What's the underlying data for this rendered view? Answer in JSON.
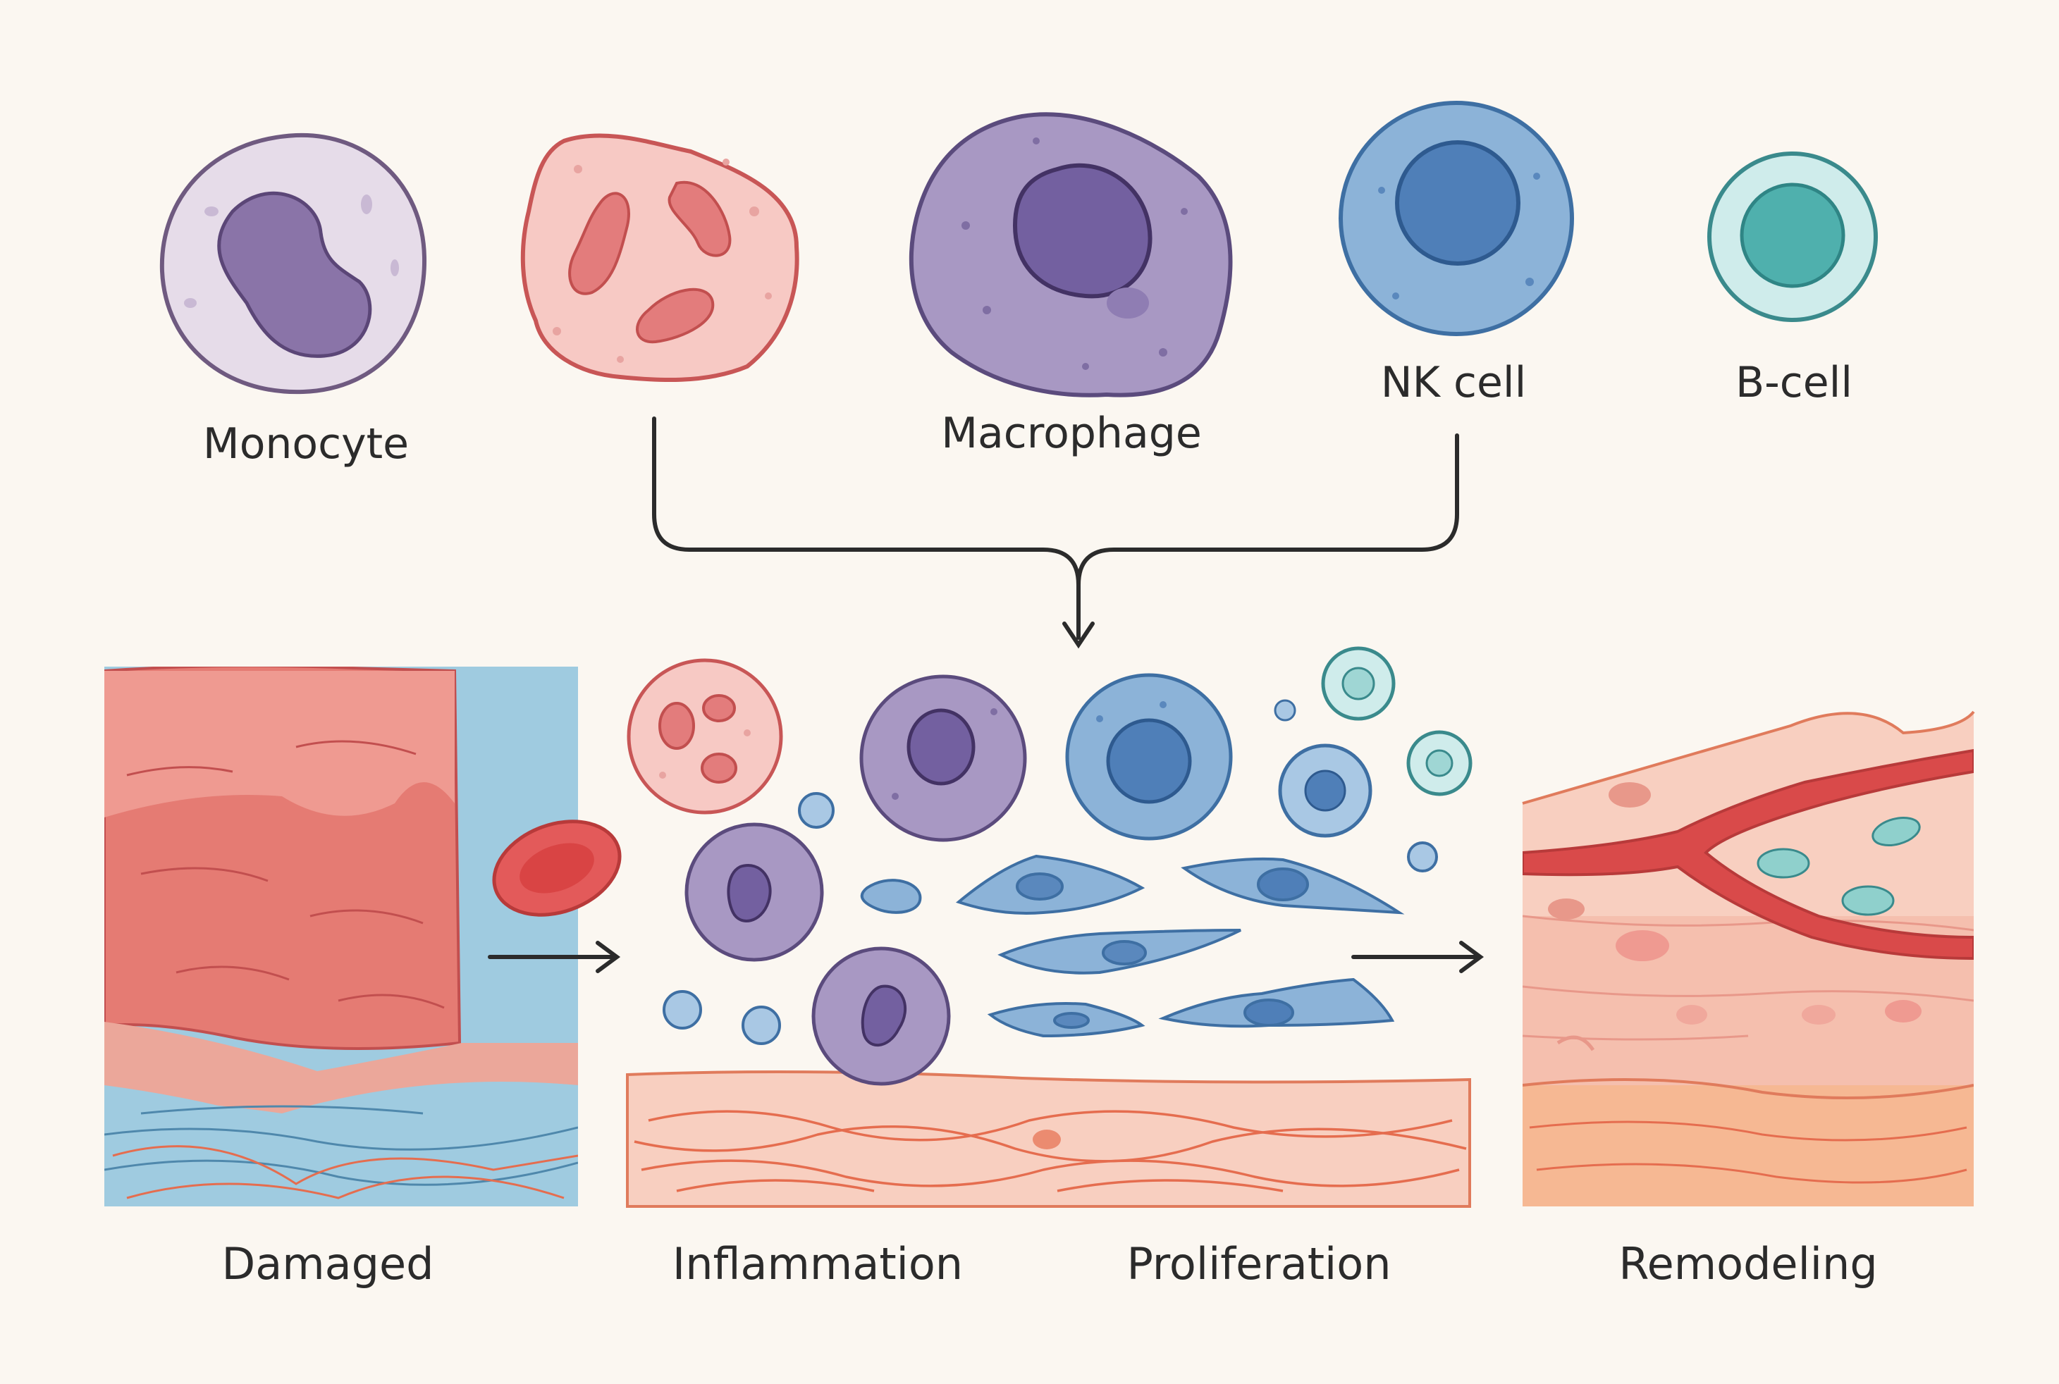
{
  "cell_types": {
    "monocyte": "Monocyte",
    "macrophage": "Macrophage",
    "nk_cell": "NK cell",
    "b_cell": "B-cell"
  },
  "stages": {
    "damaged": "Damaged",
    "inflammation": "Inflammation",
    "proliferation": "Proliferation",
    "remodeling": "Remodeling"
  },
  "colors": {
    "background": "#fbf7f1",
    "monocyte": "#e6dce9",
    "neutrophil": "#f7c9c4",
    "macrophage": "#a898c3",
    "nk_cell": "#8cb3d8",
    "b_cell": "#cfeceb",
    "damaged_tissue": "#e57b73",
    "connective_tissue": "#9fcbe0",
    "fiber": "#e56d4f",
    "vessel": "#d94a4a"
  }
}
